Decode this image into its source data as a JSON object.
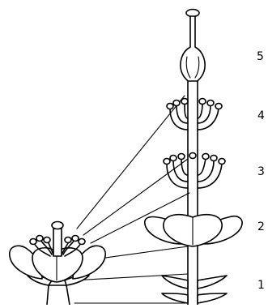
{
  "labels": [
    "5",
    "4",
    "3",
    "2",
    "1"
  ],
  "stroke_color": "#000000",
  "background_color": "#ffffff"
}
